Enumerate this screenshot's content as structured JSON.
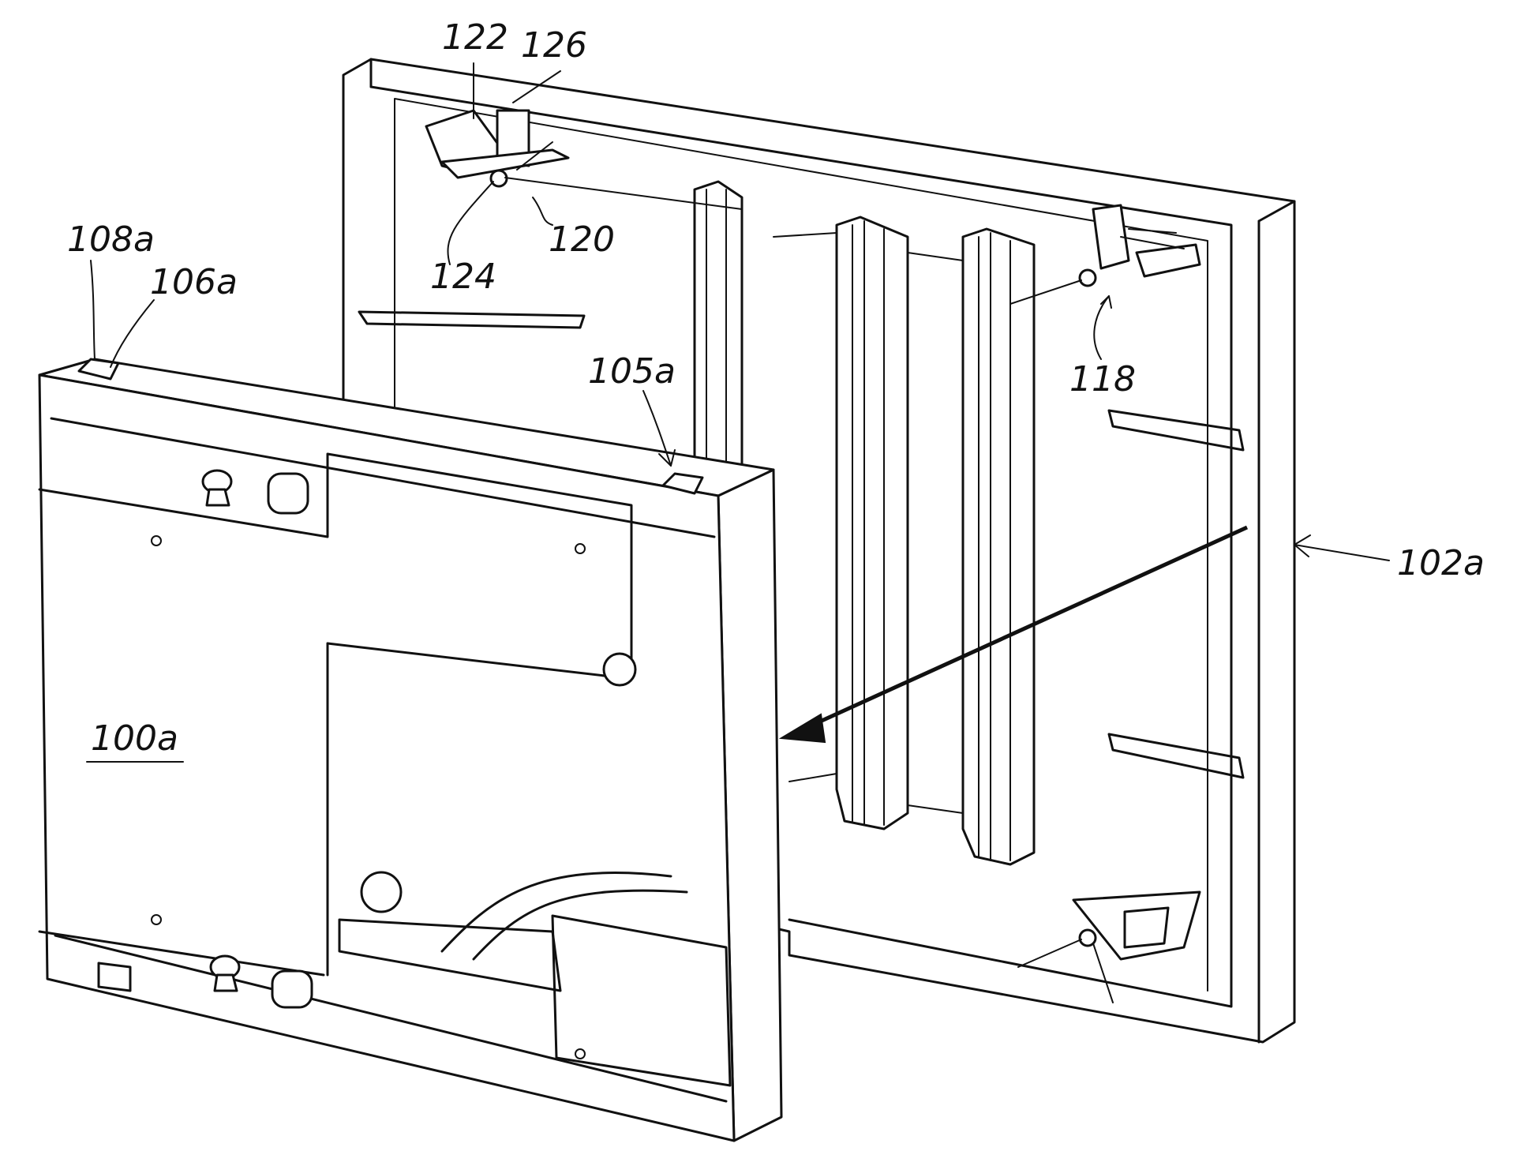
{
  "figure": {
    "labels": {
      "housing_ref": "102a",
      "module_ref": "100a",
      "tab_ref_122": "122",
      "tab_ref_126": "126",
      "pin_ref_124": "124",
      "hinge_ref_120": "120",
      "hinge_ref_118": "118",
      "corner_ref_108a": "108a",
      "pin_ref_106a": "106a",
      "pin_ref_105a": "105a"
    }
  }
}
